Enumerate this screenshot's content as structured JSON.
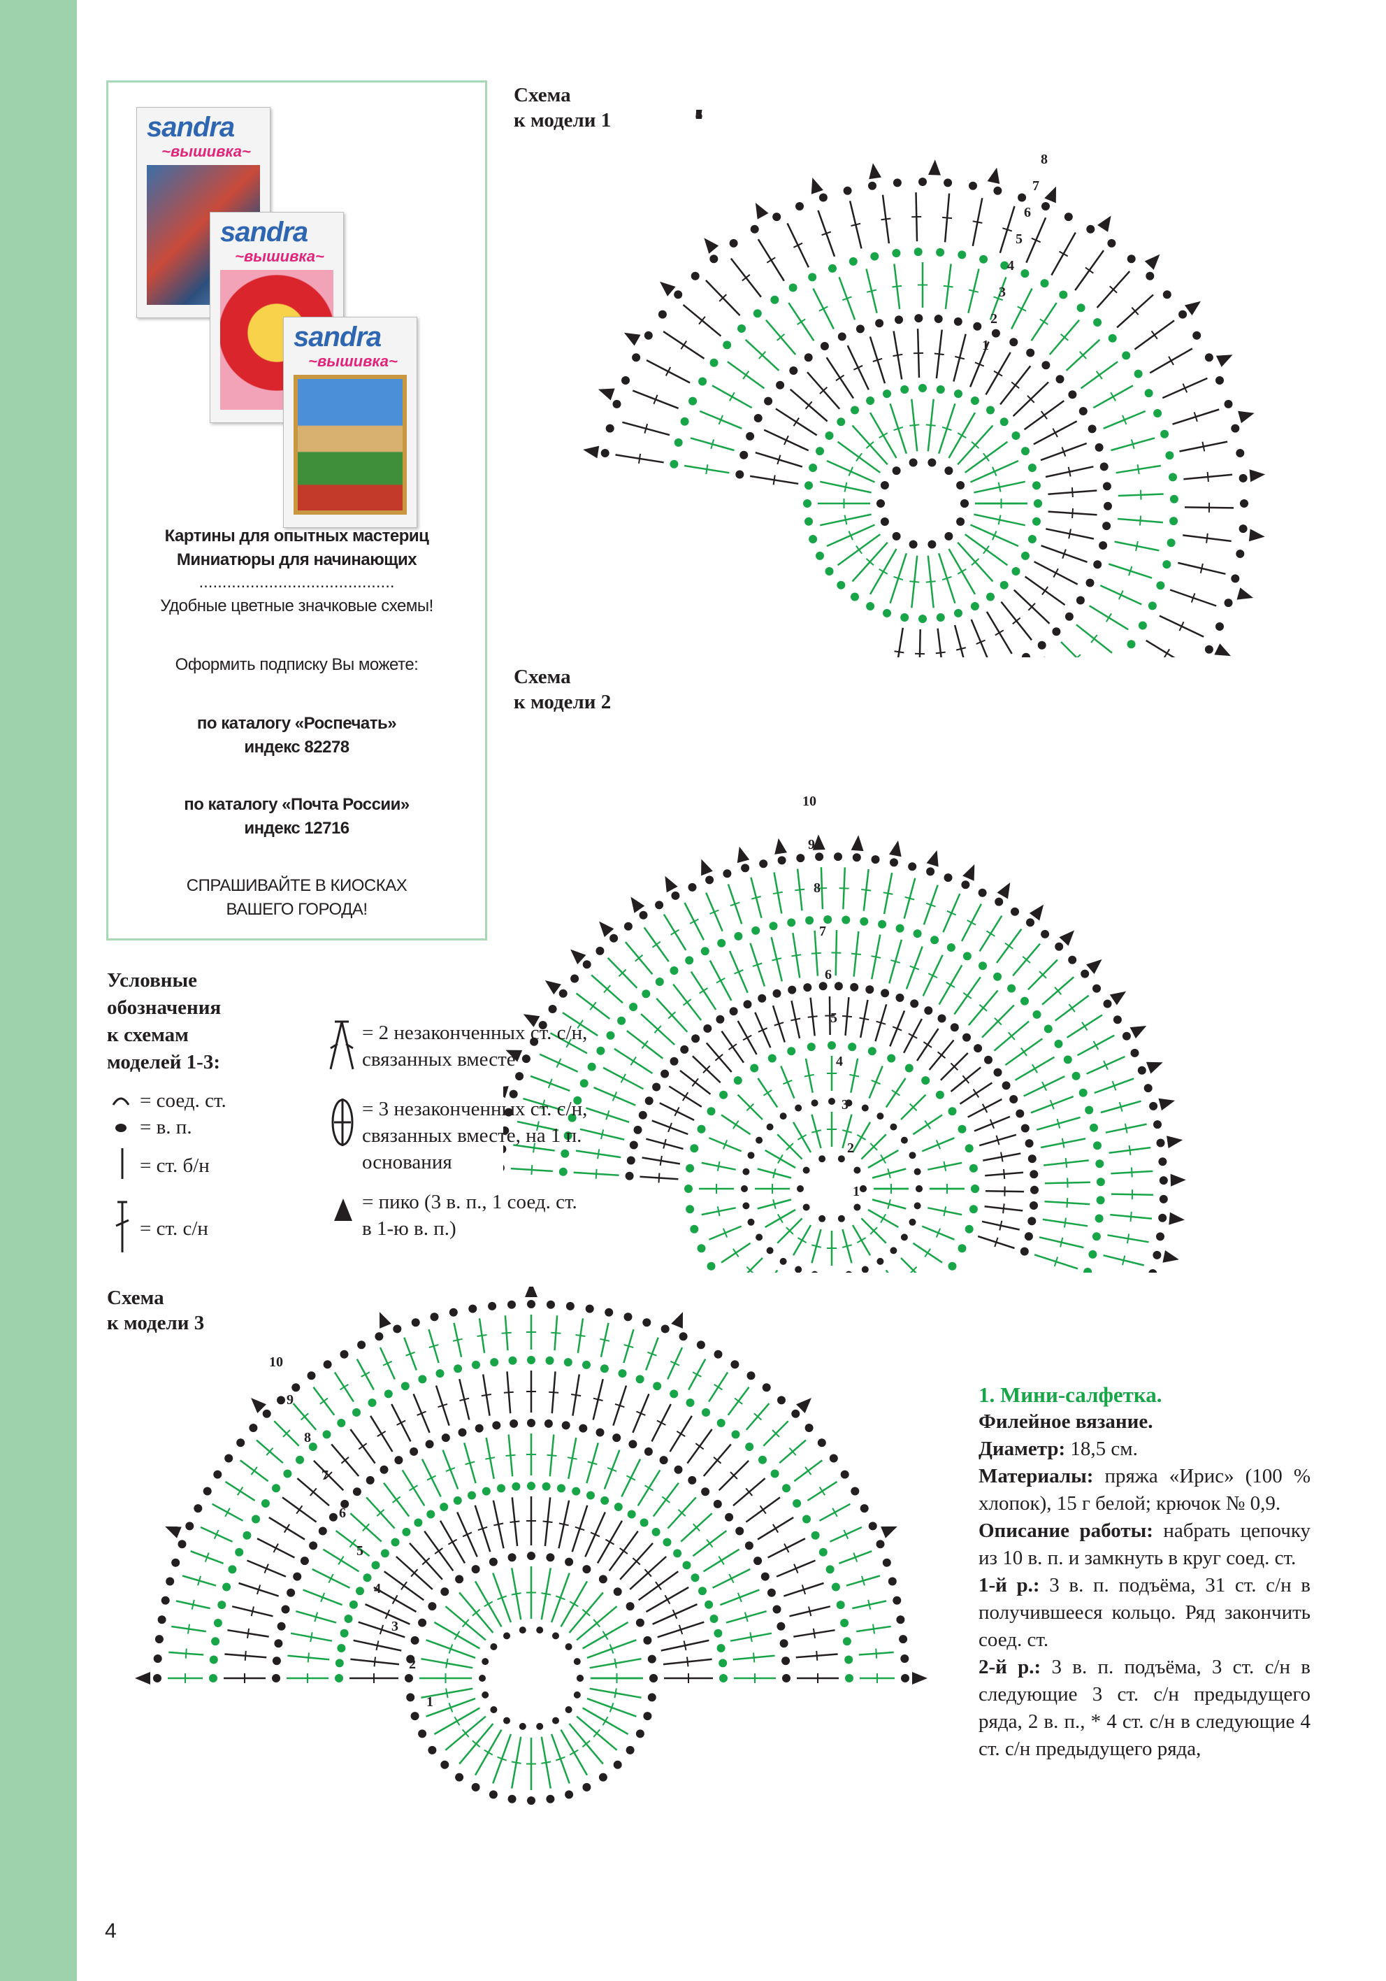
{
  "page_number": "4",
  "colors": {
    "side_band": "#9ed2ad",
    "green": "#17a548",
    "black": "#231f20",
    "box_border": "#a8d9b6",
    "brand_blue": "#2f66b2",
    "brand_pink": "#e2257a"
  },
  "ad": {
    "magazines": [
      {
        "brand": "sandra",
        "sub": "~вышивка~"
      },
      {
        "brand": "sandra",
        "sub": "~вышивка~"
      },
      {
        "brand": "sandra",
        "sub": "~вышивка~"
      }
    ],
    "line1": "Картины для опытных мастериц",
    "line2": "Миниатюры для начинающих",
    "dots": "..........................................",
    "line3": "Удобные цветные значковые схемы!",
    "line4": "Оформить подписку Вы можете:",
    "catalog1": "по каталогу «Роспечать»",
    "index1": "индекс 82278",
    "catalog2": "по каталогу «Почта России»",
    "index2": "индекс 12716",
    "kiosk1": "СПРАШИВАЙТЕ В КИОСКАХ",
    "kiosk2": "ВАШЕГО ГОРОДА!"
  },
  "schemes": [
    {
      "line1": "Схема",
      "line2": "к модели 1",
      "row_numbers": [
        "1",
        "2",
        "3",
        "4",
        "5",
        "6",
        "7",
        "8"
      ]
    },
    {
      "line1": "Схема",
      "line2": "к модели 2",
      "row_numbers": [
        "1",
        "2",
        "3",
        "4",
        "5",
        "6",
        "7",
        "8",
        "9",
        "10"
      ]
    },
    {
      "line1": "Схема",
      "line2": "к модели 3",
      "row_numbers": [
        "1",
        "2",
        "3",
        "4",
        "5",
        "6",
        "7",
        "8",
        "9",
        "10"
      ]
    }
  ],
  "legend": {
    "title": [
      "Условные",
      "обозначения",
      "к схемам",
      "моделей 1-3:"
    ],
    "items": [
      {
        "icon": "slip-stitch-icon",
        "text": "= соед. ст."
      },
      {
        "icon": "chain-stitch-icon",
        "text": "= в. п."
      },
      {
        "icon": "single-crochet-icon",
        "text": "= ст. б/н"
      },
      {
        "icon": "double-crochet-icon",
        "text": "= ст. с/н"
      }
    ],
    "items_right": [
      {
        "icon": "dc2tog-icon",
        "lines": [
          "= 2 незаконченных ст. с/н,",
          "связанных вместе"
        ]
      },
      {
        "icon": "dc3-cluster-icon",
        "lines": [
          "= 3 незаконченных ст. с/н,",
          "связанных вместе, на 1 п.",
          "основания"
        ]
      },
      {
        "icon": "picot-icon",
        "lines": [
          "= пико (3 в. п., 1 соед. ст.",
          "в 1-ю в. п.)"
        ]
      }
    ]
  },
  "article": {
    "title": "1. Мини-салфетка.",
    "technique": "Филейное вязание.",
    "diameter_label": "Диаметр:",
    "diameter_value": " 18,5 см.",
    "materials_label": "Материалы:",
    "materials_value": " пряжа «Ирис» (100 % хлопок), 15 г белой; крючок № 0,9.",
    "desc_label": "Описание работы:",
    "desc_value": " набрать цепочку из 10 в. п. и замкнуть в круг соед. ст.",
    "row1_label": "1-й р.:",
    "row1_value": " 3 в. п. подъёма, 31 ст. с/н в получившееся кольцо. Ряд закончить соед. ст.",
    "row2_label": "2-й р.:",
    "row2_value": " 3 в. п. подъёма, 3 ст. с/н в следующие 3 ст. с/н предыдущего ряда, 2 в. п., * 4 ст. с/н в следующие 4 ст. с/н предыдущего ряда,"
  }
}
